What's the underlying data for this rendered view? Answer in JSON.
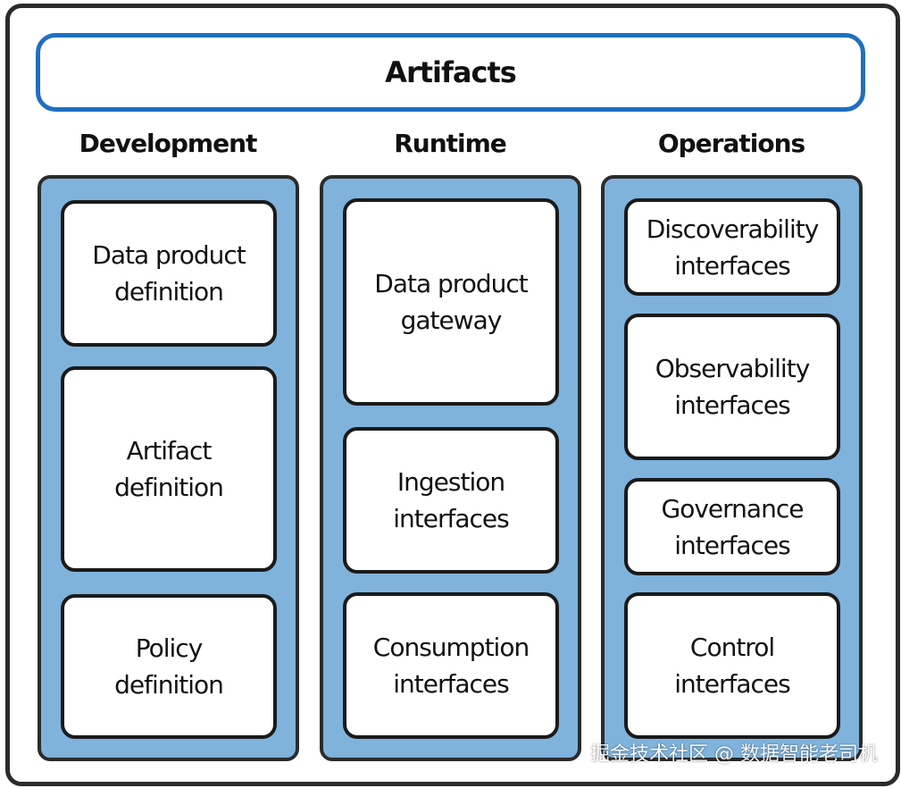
{
  "title": "Artifacts",
  "colors": {
    "title_border": "#1f6fbf",
    "panel_fill": "#7fb3dc",
    "outline": "#1a1a1a"
  },
  "columns": [
    {
      "heading": "Development",
      "boxes": [
        "Data product\ndefinition",
        "Artifact\ndefinition",
        "Policy\ndefinition"
      ]
    },
    {
      "heading": "Runtime",
      "boxes": [
        "Data product\ngateway",
        "Ingestion\ninterfaces",
        "Consumption\ninterfaces"
      ]
    },
    {
      "heading": "Operations",
      "boxes": [
        "Discoverability\ninterfaces",
        "Observability\ninterfaces",
        "Governance\ninterfaces",
        "Control\ninterfaces"
      ]
    }
  ],
  "watermark": "掘金技术社区 @ 数据智能老司机"
}
